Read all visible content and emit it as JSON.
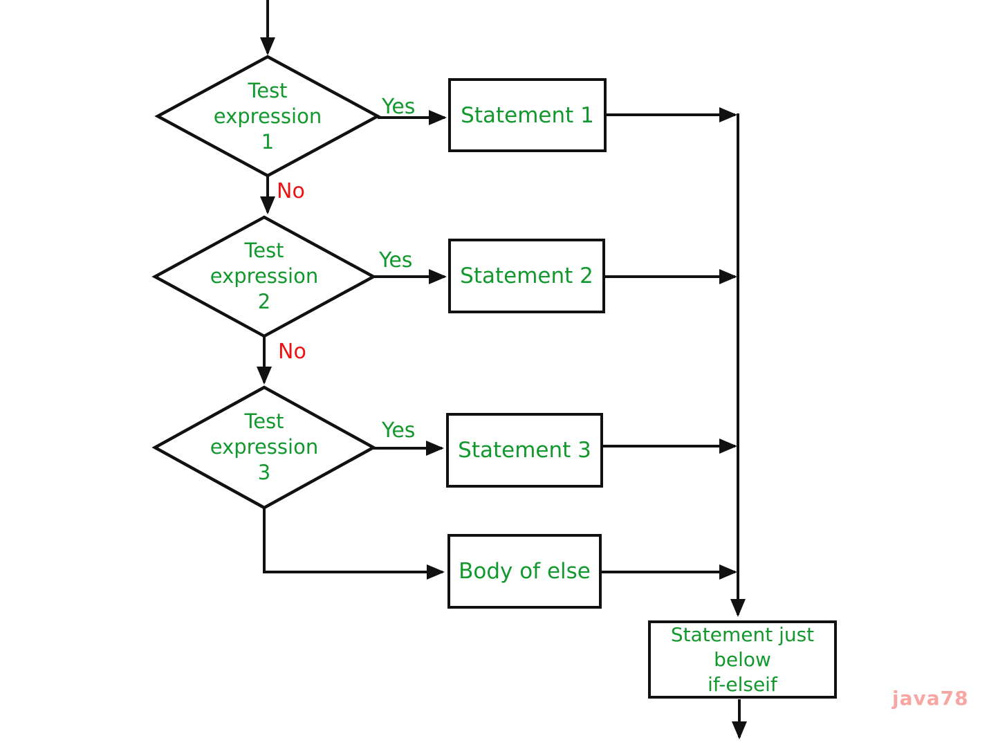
{
  "diagram": {
    "type": "flowchart",
    "decisions": [
      {
        "id": "test-expression-1",
        "text": "Test expression 1",
        "lines": [
          "Test",
          "expression",
          "1"
        ]
      },
      {
        "id": "test-expression-2",
        "text": "Test expression 2",
        "lines": [
          "Test",
          "expression",
          "2"
        ]
      },
      {
        "id": "test-expression-3",
        "text": "Test expression 3",
        "lines": [
          "Test",
          "expression",
          "3"
        ]
      }
    ],
    "processes": [
      {
        "id": "statement-1",
        "label": "Statement 1"
      },
      {
        "id": "statement-2",
        "label": "Statement 2"
      },
      {
        "id": "statement-3",
        "label": "Statement 3"
      },
      {
        "id": "body-of-else",
        "label": "Body of else"
      },
      {
        "id": "statement-below-if-elseif",
        "text": "Statement just below if-elseif",
        "lines": [
          "Statement just",
          "below",
          "if-elseif"
        ]
      }
    ],
    "edge_labels": {
      "yes1": "Yes",
      "no1": "No",
      "yes2": "Yes",
      "no2": "No",
      "yes3": "Yes"
    }
  },
  "watermark": "java78",
  "colors": {
    "node_text_green": "#12982d",
    "no_label_red": "#ee1111",
    "line_black": "#111111",
    "watermark_pink": "#f8a6a4",
    "background": "#ffffff"
  }
}
